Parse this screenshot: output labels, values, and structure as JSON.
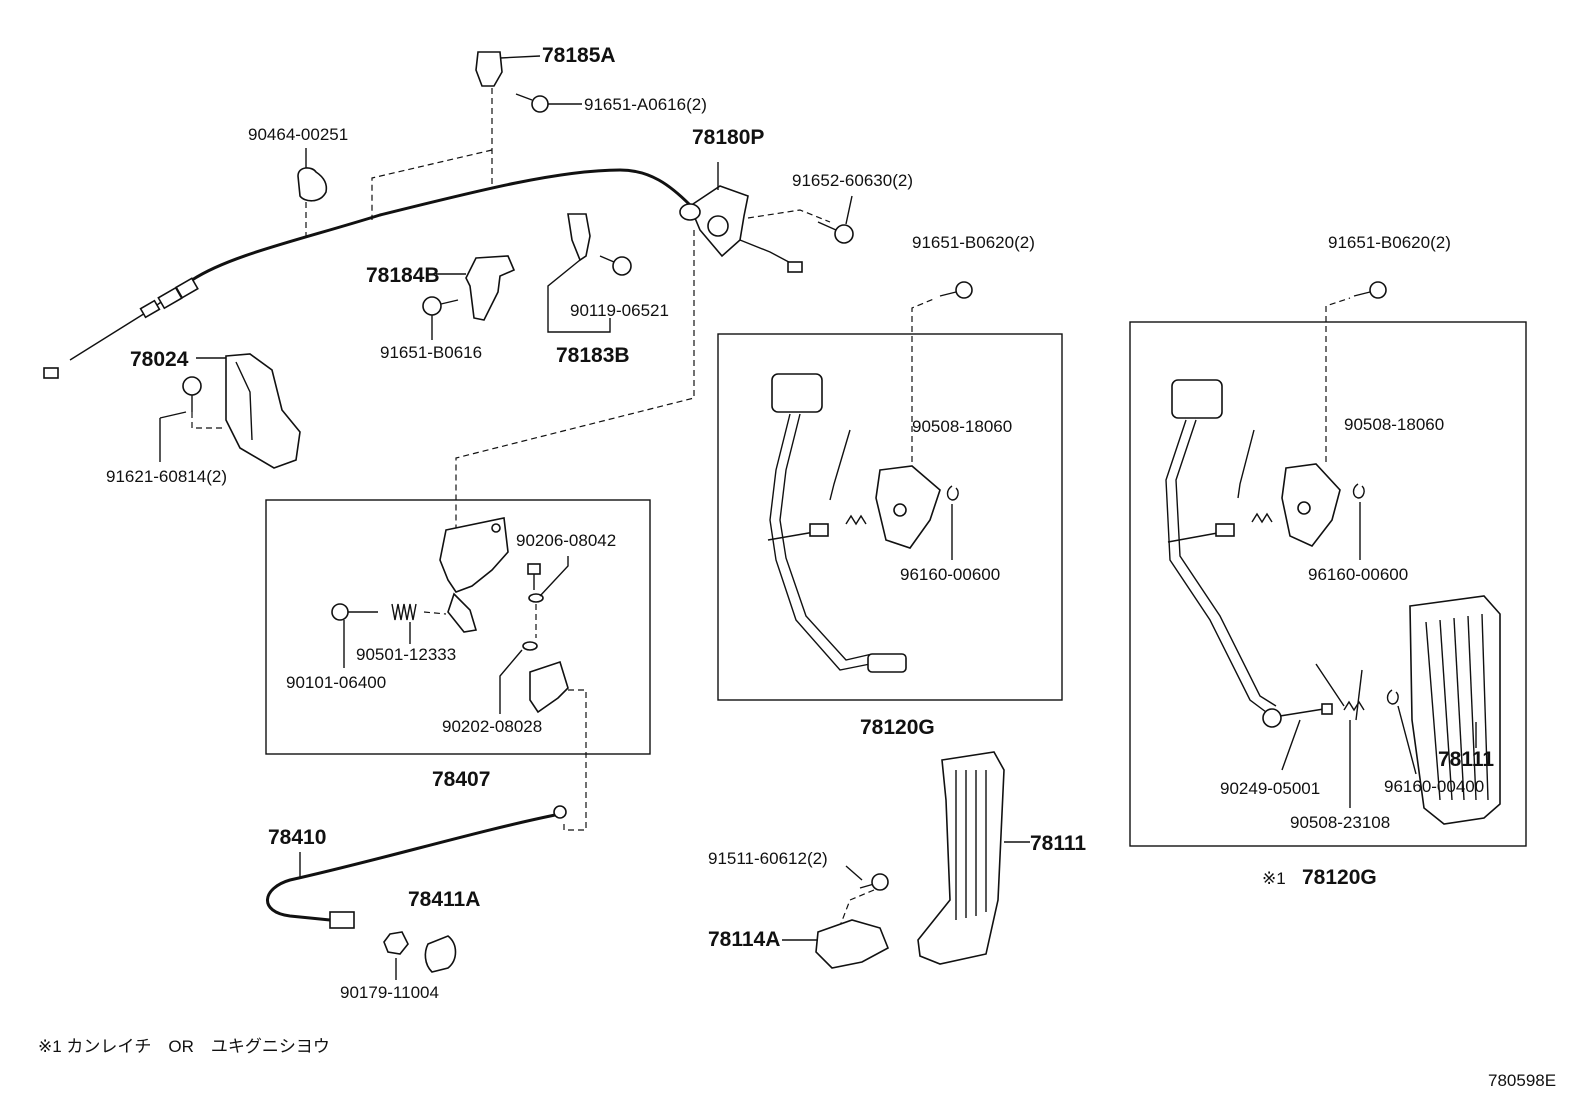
{
  "labels": {
    "p78185A": "78185A",
    "p91651A0616": "91651-A0616(2)",
    "p90464": "90464-00251",
    "p78180P": "78180P",
    "p91652": "91652-60630(2)",
    "p78184B": "78184B",
    "p91651B0616": "91651-B0616",
    "p90119": "90119-06521",
    "p78183B": "78183B",
    "p78024": "78024",
    "p91621": "91621-60814(2)",
    "p91651B0620a": "91651-B0620(2)",
    "p91651B0620b": "91651-B0620(2)",
    "p90508_18060a": "90508-18060",
    "p90508_18060b": "90508-18060",
    "p96160_00600a": "96160-00600",
    "p96160_00600b": "96160-00600",
    "p78120Ga": "78120G",
    "p78120Gb": "78120G",
    "p90206": "90206-08042",
    "p90501": "90501-12333",
    "p90101": "90101-06400",
    "p90202": "90202-08028",
    "p78407": "78407",
    "p78410": "78410",
    "p78411A": "78411A",
    "p90179": "90179-11004",
    "p91511": "91511-60612(2)",
    "p78114A": "78114A",
    "p78111a": "78111",
    "p78111b": "78111",
    "p90249": "90249-05001",
    "p90508_23108": "90508-23108",
    "p96160_00400": "96160-00400",
    "note_mark": "※1",
    "footnote": "※1 カンレイチ　OR　ユキグニシヨウ",
    "diagram_code": "780598E"
  }
}
